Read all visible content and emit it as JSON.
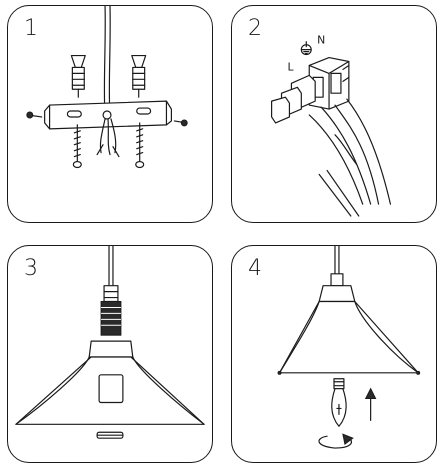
{
  "steps": [
    {
      "number": "1"
    },
    {
      "number": "2",
      "labels": {
        "live": "L",
        "neutral": "N"
      }
    },
    {
      "number": "3"
    },
    {
      "number": "4"
    }
  ]
}
